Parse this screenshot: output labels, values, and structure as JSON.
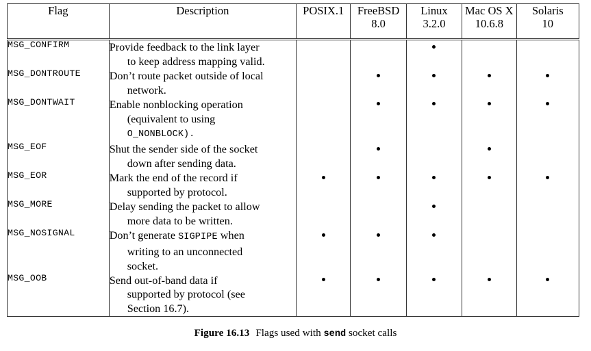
{
  "figure": {
    "caption_label": "Figure 16.13",
    "caption_text_before": "Flags used with ",
    "caption_code": "send",
    "caption_text_after": " socket calls"
  },
  "table": {
    "headers": [
      {
        "name": "flag",
        "label": "Flag"
      },
      {
        "name": "description",
        "label": "Description"
      },
      {
        "name": "posix",
        "label": "POSIX.1"
      },
      {
        "name": "freebsd",
        "line1": "FreeBSD",
        "line2": "8.0"
      },
      {
        "name": "linux",
        "line1": "Linux",
        "line2": "3.2.0"
      },
      {
        "name": "macosx",
        "line1": "Mac OS X",
        "line2": "10.6.8"
      },
      {
        "name": "solaris",
        "line1": "Solaris",
        "line2": "10"
      }
    ],
    "support_marker": "•",
    "rows": [
      {
        "flag": "MSG_CONFIRM",
        "desc_lines": [
          {
            "text": "Provide feedback to the link layer",
            "indent": false
          },
          {
            "text": "to keep address mapping valid.",
            "indent": true
          }
        ],
        "posix": false,
        "freebsd": false,
        "linux": true,
        "macosx": false,
        "solaris": false
      },
      {
        "flag": "MSG_DONTROUTE",
        "desc_lines": [
          {
            "text": "Don’t route packet outside of local",
            "indent": false
          },
          {
            "text": "network.",
            "indent": true
          }
        ],
        "posix": false,
        "freebsd": true,
        "linux": true,
        "macosx": true,
        "solaris": true
      },
      {
        "flag": "MSG_DONTWAIT",
        "desc_lines": [
          {
            "text": "Enable nonblocking operation",
            "indent": false
          },
          {
            "text": "(equivalent to using",
            "indent": true
          },
          {
            "text": "O_NONBLOCK).",
            "indent": true,
            "mono": true
          }
        ],
        "posix": false,
        "freebsd": true,
        "linux": true,
        "macosx": true,
        "solaris": true
      },
      {
        "flag": "MSG_EOF",
        "desc_lines": [
          {
            "text": "Shut the sender side of the socket",
            "indent": false
          },
          {
            "text": "down after sending data.",
            "indent": true
          }
        ],
        "posix": false,
        "freebsd": true,
        "linux": false,
        "macosx": true,
        "solaris": false
      },
      {
        "flag": "MSG_EOR",
        "desc_lines": [
          {
            "text": "Mark the end of the record if",
            "indent": false
          },
          {
            "text": "supported by protocol.",
            "indent": true
          }
        ],
        "posix": true,
        "freebsd": true,
        "linux": true,
        "macosx": true,
        "solaris": true
      },
      {
        "flag": "MSG_MORE",
        "desc_lines": [
          {
            "text": "Delay sending the packet to allow",
            "indent": false
          },
          {
            "text": "more data to be written.",
            "indent": true
          }
        ],
        "posix": false,
        "freebsd": false,
        "linux": true,
        "macosx": false,
        "solaris": false
      },
      {
        "flag": "MSG_NOSIGNAL",
        "desc_lines": [
          {
            "text": "Don’t generate SIGPIPE when",
            "indent": false,
            "mono_part": "SIGPIPE"
          },
          {
            "text": "writing to an unconnected",
            "indent": true
          },
          {
            "text": "socket.",
            "indent": true
          }
        ],
        "posix": true,
        "freebsd": true,
        "linux": true,
        "macosx": false,
        "solaris": false
      },
      {
        "flag": "MSG_OOB",
        "desc_lines": [
          {
            "text": "Send out-of-band data if",
            "indent": false
          },
          {
            "text": "supported by protocol (see",
            "indent": true
          },
          {
            "text": "Section 16.7).",
            "indent": true
          }
        ],
        "posix": true,
        "freebsd": true,
        "linux": true,
        "macosx": true,
        "solaris": true
      }
    ]
  }
}
